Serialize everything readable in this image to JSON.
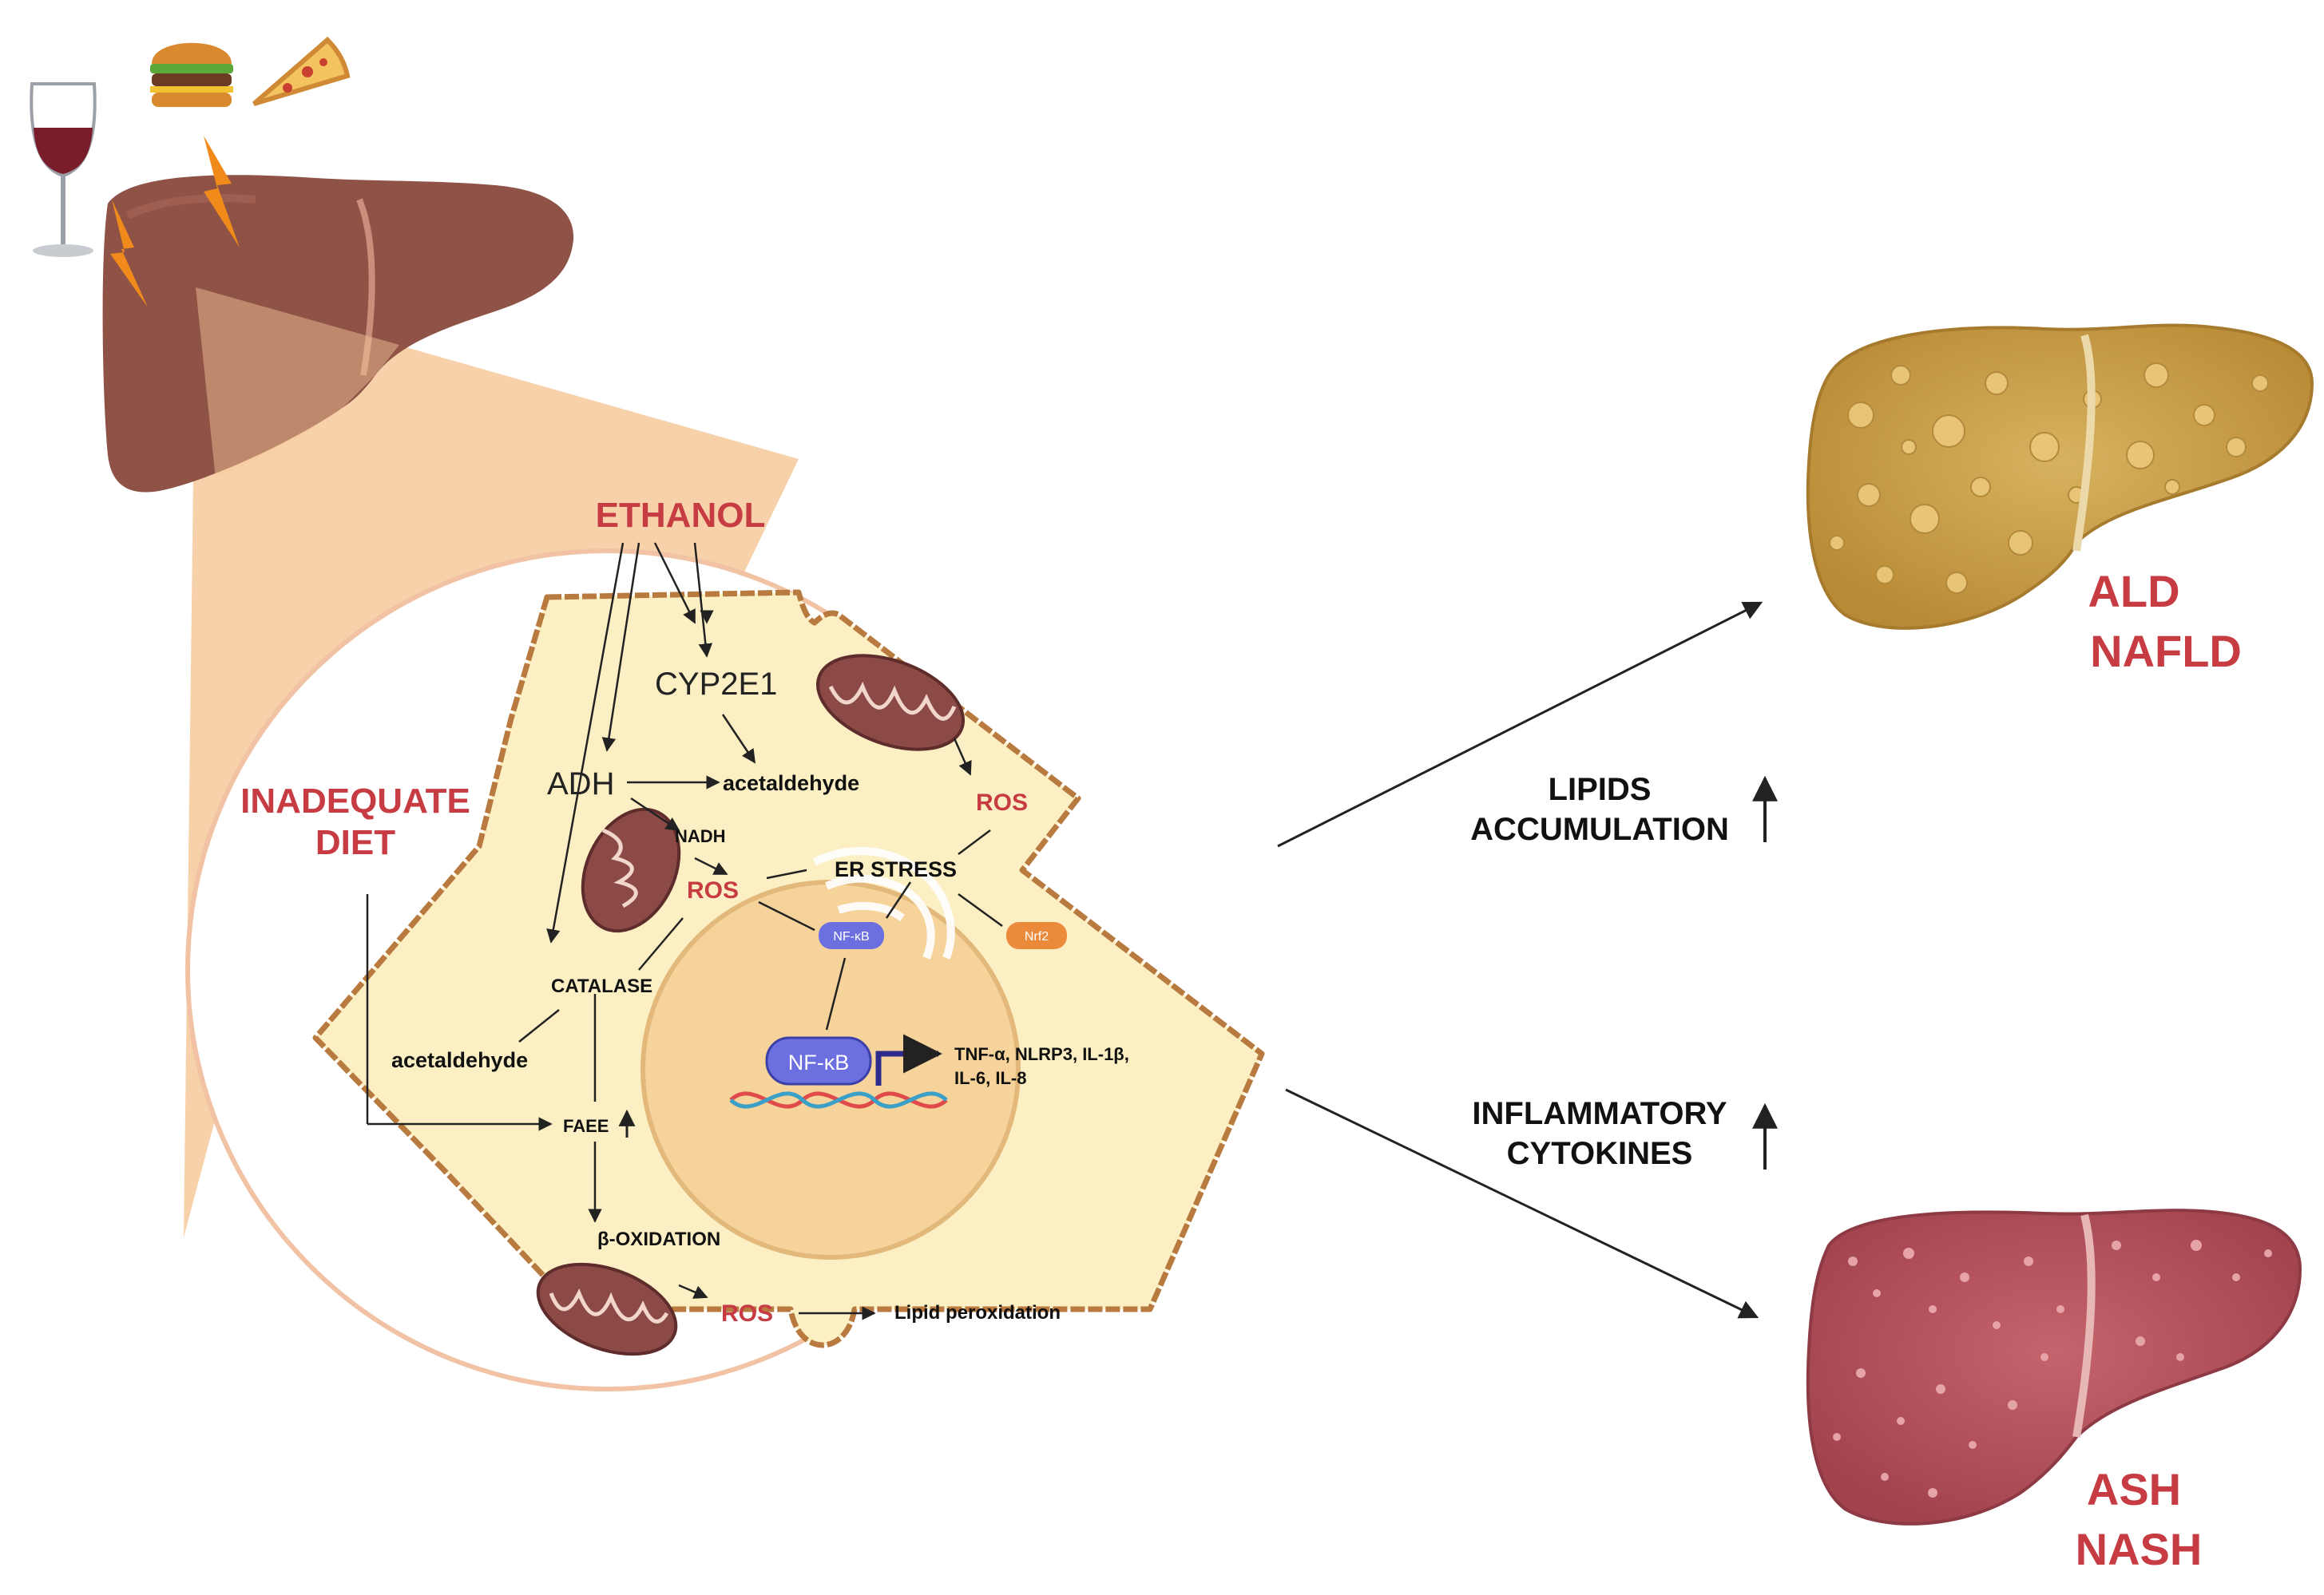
{
  "colors": {
    "red_label": "#c73b43",
    "cell_fill": "#fbefc3",
    "cell_border": "#b87a3e",
    "nucleus": "#f5d39a",
    "liver": "#8e5346",
    "zoom_cone": "#f6c99a",
    "fatty_liver": "#c9a24d",
    "inflamed_liver": "#b8545d",
    "nfkb_blue": "#6c6fe0",
    "nrf2_orange": "#ea8a3a"
  },
  "icons": [
    "wine-glass-icon",
    "burger-icon",
    "pizza-icon",
    "lightning-icon",
    "mitochondrion-icon",
    "endoplasmic-reticulum-icon",
    "dna-icon",
    "up-arrow-icon"
  ],
  "inputs": {
    "ethanol": "ETHANOL",
    "inadequate_diet_line1": "INADEQUATE",
    "inadequate_diet_line2": "DIET"
  },
  "cell": {
    "cyp2e1": "CYP2E1",
    "adh": "ADH",
    "acetaldehyde_top": "acetaldehyde",
    "nadh": "NADH",
    "ros_mito_top": "ROS",
    "ros_center": "ROS",
    "er_stress": "ER STRESS",
    "nfkb_small": "NF-κB",
    "nrf2": "Nrf2",
    "catalase": "CATALASE",
    "acetaldehyde_left": "acetaldehyde",
    "faee": "FAEE",
    "nfkb_large": "NF-κB",
    "cytokines_line1": "TNF-α, NLRP3, IL-1β,",
    "cytokines_line2": "IL-6, IL-8",
    "beta_oxidation": "β-OXIDATION",
    "ros_bottom": "ROS",
    "lipid_peroxidation": "Lipid peroxidation"
  },
  "outcomes": {
    "upper_label_line1": "LIPIDS",
    "upper_label_line2": "ACCUMULATION",
    "upper_result_line1": "ALD",
    "upper_result_line2": "NAFLD",
    "lower_label_line1": "INFLAMMATORY",
    "lower_label_line2": "CYTOKINES",
    "lower_result_line1": "ASH",
    "lower_result_line2": "NASH"
  }
}
